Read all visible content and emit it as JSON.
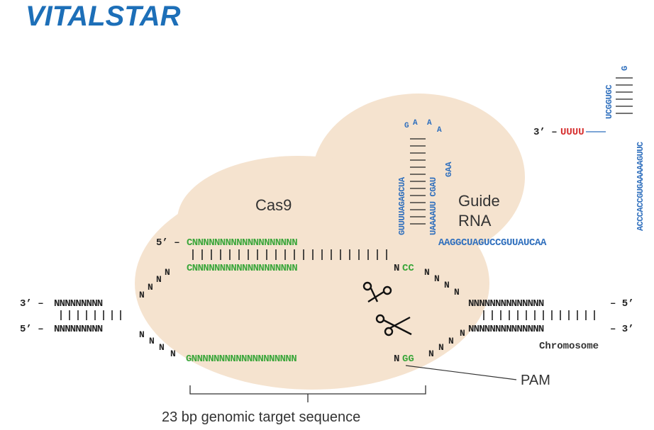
{
  "brand": {
    "logo_text": "VITALSTAR",
    "logo_color": "#1d6fb8"
  },
  "colors": {
    "protein_fill": "#f5e3cf",
    "target_green": "#3aa63a",
    "rna_blue": "#2f6fbd",
    "utail_red": "#d62f2f",
    "dna_black": "#222222"
  },
  "labels": {
    "cas9": "Cas9",
    "guide_rna_line1": "Guide",
    "guide_rna_line2": "RNA",
    "pam": "PAM",
    "chromosome": "Chromosome",
    "target_caption": "23 bp genomic target sequence"
  },
  "ends": {
    "top_target_5": "5’ –",
    "left_top_3": "3’ –",
    "left_bottom_5": "5’ –",
    "right_top_5": "– 5’",
    "right_bottom_3": "– 3’",
    "rna_tail_3": "3’ –"
  },
  "sequences": {
    "guide_top": "CNNNNNNNNNNNNNNNNNNN",
    "target_strand_green": "CNNNNNNNNNNNNNNNNNNN",
    "target_strand_n": "N",
    "target_strand_cc": "CC",
    "bottom_strand_green": "GNNNNNNNNNNNNNNNNNNN",
    "bottom_strand_n": "N",
    "bottom_strand_gg": "GG",
    "left_top": "NNNNNNNNN",
    "left_bottom": "NNNNNNNNN",
    "right_top": "NNNNNNNNNNNNNN",
    "right_bottom": "NNNNNNNNNNNNNN",
    "stem_left": "GUUUUAGAGCUA",
    "stem_right": "UAAAAUU CGAU",
    "loop": "GAAA",
    "stem_right_low": "GAA",
    "rna_bottom": "AAGGCUAGUCCGUUAUCAA",
    "hairpin_left": "UCGGUGC",
    "hairpin_right": "ACCCACCGUGAAAAAGUUC",
    "hairpin_top": "G",
    "u_tail": "UUUU"
  }
}
